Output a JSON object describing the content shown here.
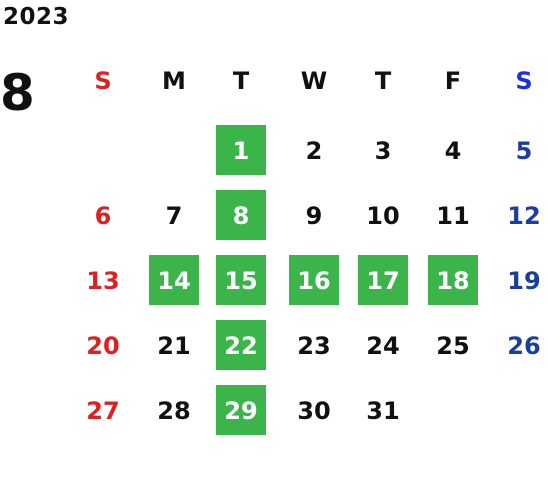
{
  "calendar": {
    "year": "2023",
    "month": "8",
    "weekdays": [
      "S",
      "M",
      "T",
      "W",
      "T",
      "F",
      "S"
    ],
    "first_weekday_index": 2,
    "days_in_month": 31,
    "highlighted_days": [
      1,
      8,
      14,
      15,
      16,
      17,
      18,
      22,
      29
    ],
    "colors": {
      "sunday": "#e02020",
      "saturday": "#1a3fa0",
      "saturday_header": "#1e2ee0",
      "weekday": "#111111",
      "highlight_bg": "#3bb54a",
      "highlight_text": "#ffffff"
    }
  }
}
